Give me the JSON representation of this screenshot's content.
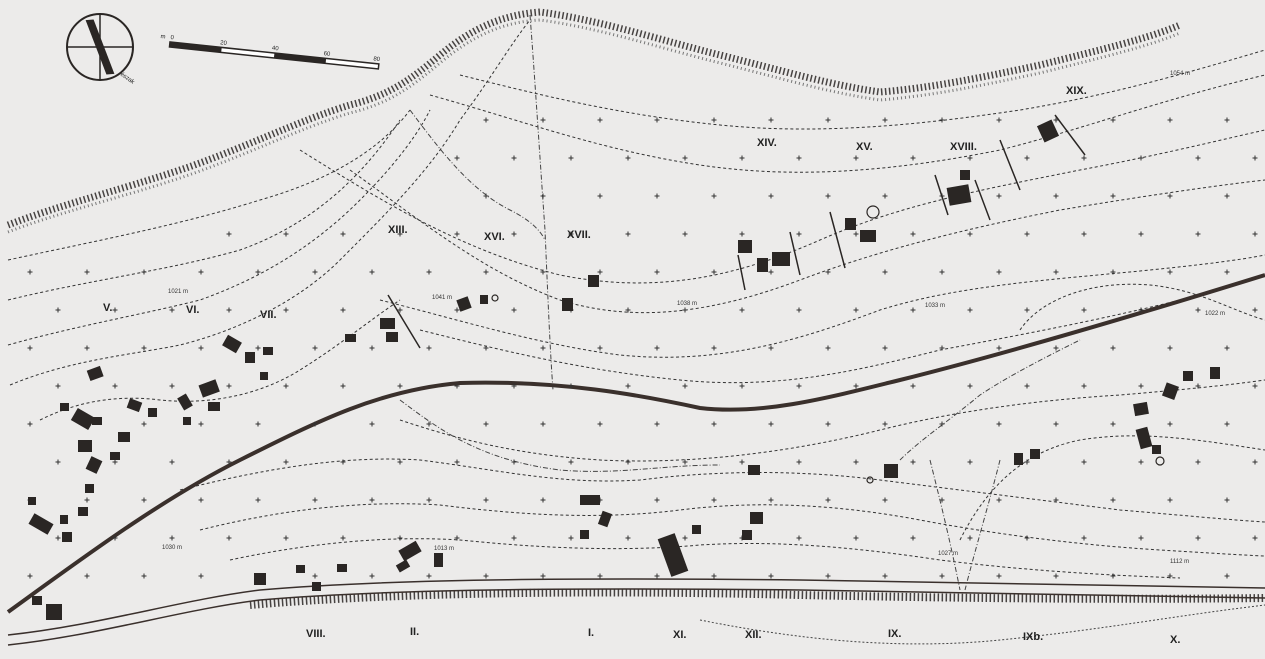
{
  "map": {
    "north_arrow": {
      "label": "észak"
    },
    "scale_bar": {
      "unit": "m",
      "ticks": [
        "0",
        "20",
        "40",
        "60",
        "80"
      ]
    },
    "zones_upper": [
      "V.",
      "VI.",
      "VII.",
      "XIII.",
      "XVI.",
      "XVII.",
      "XIV.",
      "XV.",
      "XVIII.",
      "XIX."
    ],
    "zones_lower": [
      "VIII.",
      "II.",
      "I.",
      "XI.",
      "XII.",
      "IX.",
      "IXb.",
      "X."
    ],
    "elevations": [
      "1021 m",
      "1041 m",
      "1038 m",
      "1033 m",
      "1054 m",
      "1022 m",
      "1030 m",
      "1013 m",
      "1027 m",
      "1112 m"
    ],
    "colors": {
      "background": "#ecebea",
      "ink": "#2a2624",
      "road": "#3a302c"
    },
    "icons": [
      "north-arrow-icon",
      "scale-bar-icon",
      "building-icon",
      "plus-marker-icon"
    ]
  }
}
